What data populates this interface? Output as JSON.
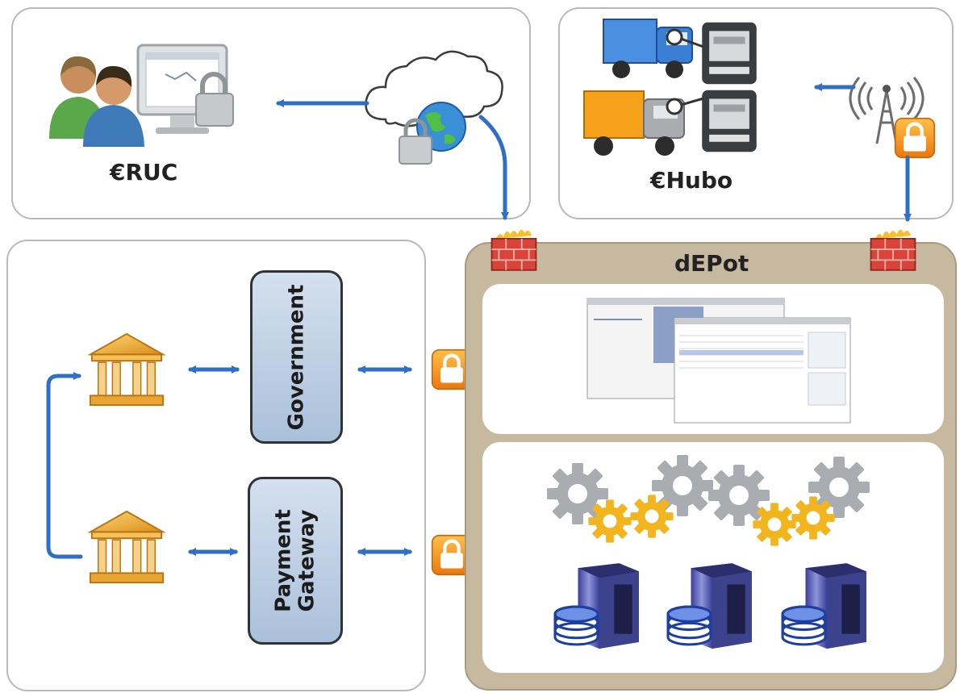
{
  "erucPanel": {
    "label": "€RUC"
  },
  "ehuboPanel": {
    "label": "€Hubo"
  },
  "depotPanel": {
    "title": "dEPot"
  },
  "banksPanel": {
    "governmentLabel": "Government",
    "paymentLine1": "Payment",
    "paymentLine2": "Gateway"
  },
  "colors": {
    "arrow": "#2f6fc6",
    "depotFrame": "#c6b9a0",
    "firewall": "#d9443a",
    "lock": "#f39a1e",
    "bank": "#e9a531",
    "gearGray": "#a9acb0",
    "gearGold": "#f2b51e"
  },
  "icons": [
    "users-icon",
    "computer-lock-icon",
    "cloud-icon",
    "globe-lock-icon",
    "truck-icon",
    "meter-icon",
    "antenna-tower-icon",
    "firewall-icon",
    "bank-icon",
    "padlock-icon",
    "screenshot-icon",
    "gears-icon",
    "server-database-icon"
  ]
}
